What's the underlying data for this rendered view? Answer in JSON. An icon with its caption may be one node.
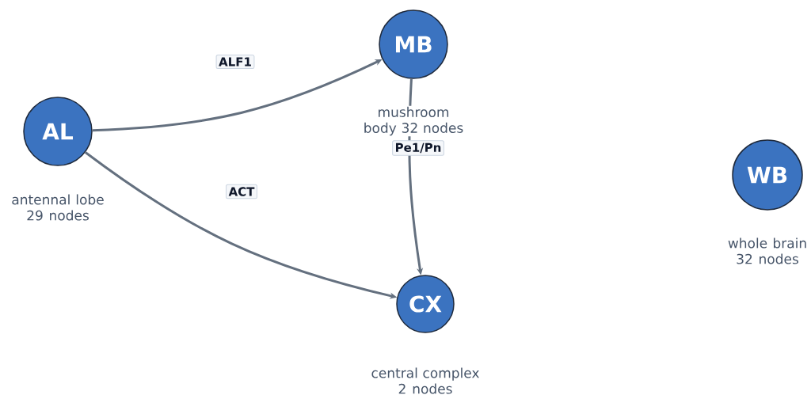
{
  "diagram": {
    "nodes": [
      {
        "text": [
          "AL"
        ],
        "beside": [
          "antennal lobe 29 nodes"
        ]
      },
      {
        "text": [
          "MB"
        ],
        "beside": [
          "mushroom body 32 nodes"
        ]
      },
      {
        "text": [
          "CX"
        ],
        "beside": [
          "central complex 2 nodes"
        ]
      },
      {
        "text": [
          "WB"
        ],
        "beside": [
          "whole brain 32 nodes"
        ]
      }
    ],
    "edges": [
      {
        "from": 0,
        "to": 1,
        "arrow": "to",
        "label": "ALF1"
      },
      {
        "from": 0,
        "to": 2,
        "arrow": "to",
        "label": "ACT"
      },
      {
        "from": 1,
        "to": 2,
        "arrow": "to",
        "label": "Pe1/Pn"
      }
    ]
  }
}
